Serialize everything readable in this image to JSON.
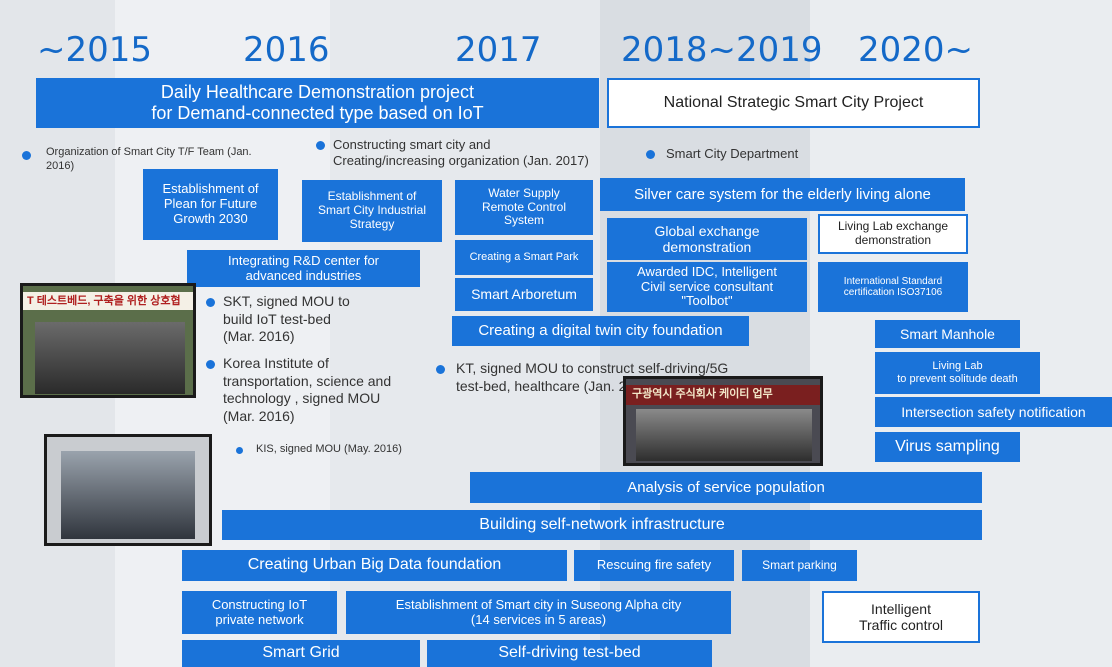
{
  "years": [
    "~2015",
    "2016",
    "2017",
    "2018~2019",
    "2020~"
  ],
  "colors": {
    "accent": "#1a73d9",
    "year_text": "#1469c8"
  },
  "boxes": {
    "daily_healthcare": "Daily Healthcare Demonstration project\nfor Demand-connected type based on IoT",
    "national_strategic": "National Strategic Smart City Project",
    "plan_future_growth": "Establishment of\nPlean for Future\nGrowth 2030",
    "smart_city_industrial": "Establishment of\nSmart City Industrial\nStrategy",
    "water_supply": "Water Supply\nRemote Control\nSystem",
    "silver_care": "Silver care system for the elderly living alone",
    "global_exchange": "Global exchange\ndemonstration",
    "living_lab_exchange": "Living Lab exchange\ndemonstration",
    "integrating_rnd": "Integrating R&D center for\nadvanced industries",
    "smart_park": "Creating a Smart Park",
    "awarded_idc": "Awarded IDC, Intelligent\nCivil service consultant\n\"Toolbot\"",
    "iso_standard": "International Standard\ncertification ISO37106",
    "smart_arboretum": "Smart Arboretum",
    "digital_twin": "Creating a digital twin city foundation",
    "smart_manhole": "Smart Manhole",
    "living_lab_solitude": "Living Lab\nto prevent solitude death",
    "intersection_safety": "Intersection safety notification",
    "virus_sampling": "Virus sampling",
    "service_population": "Analysis of service population",
    "self_network": "Building self-network infrastructure",
    "urban_big_data": "Creating Urban Big Data foundation",
    "rescuing_fire": "Rescuing fire safety",
    "smart_parking": "Smart parking",
    "iot_private_network": "Constructing IoT\nprivate network",
    "suseong_alpha": "Establishment of Smart city in Suseong Alpha city\n(14 services in 5 areas)",
    "intelligent_traffic": "Intelligent\nTraffic control",
    "smart_grid": "Smart Grid",
    "self_driving": "Self-driving test-bed"
  },
  "bullets": {
    "org_tf_team": "Organization of Smart City T/F Team (Jan.\n2016)",
    "constructing_smart_city": "Constructing smart city and\nCreating/increasing organization (Jan. 2017)",
    "smart_city_department": "Smart City Department",
    "skt_mou": "SKT, signed MOU to\nbuild IoT test-bed\n(Mar. 2016)",
    "korea_institute": "Korea Institute of\ntransportation, science and\ntechnology , signed MOU\n(Mar. 2016)",
    "kis_mou": "KIS, signed MOU (May. 2016)",
    "kt_mou": "KT, signed MOU to construct self-driving/5G\ntest-bed, healthcare (Jan. 20"
  },
  "photos": {
    "photo1_banner": "T 테스트베드, 구축을 위한 상호협",
    "photo3_banner": "구광역시 주식회사 케이티 업무"
  }
}
